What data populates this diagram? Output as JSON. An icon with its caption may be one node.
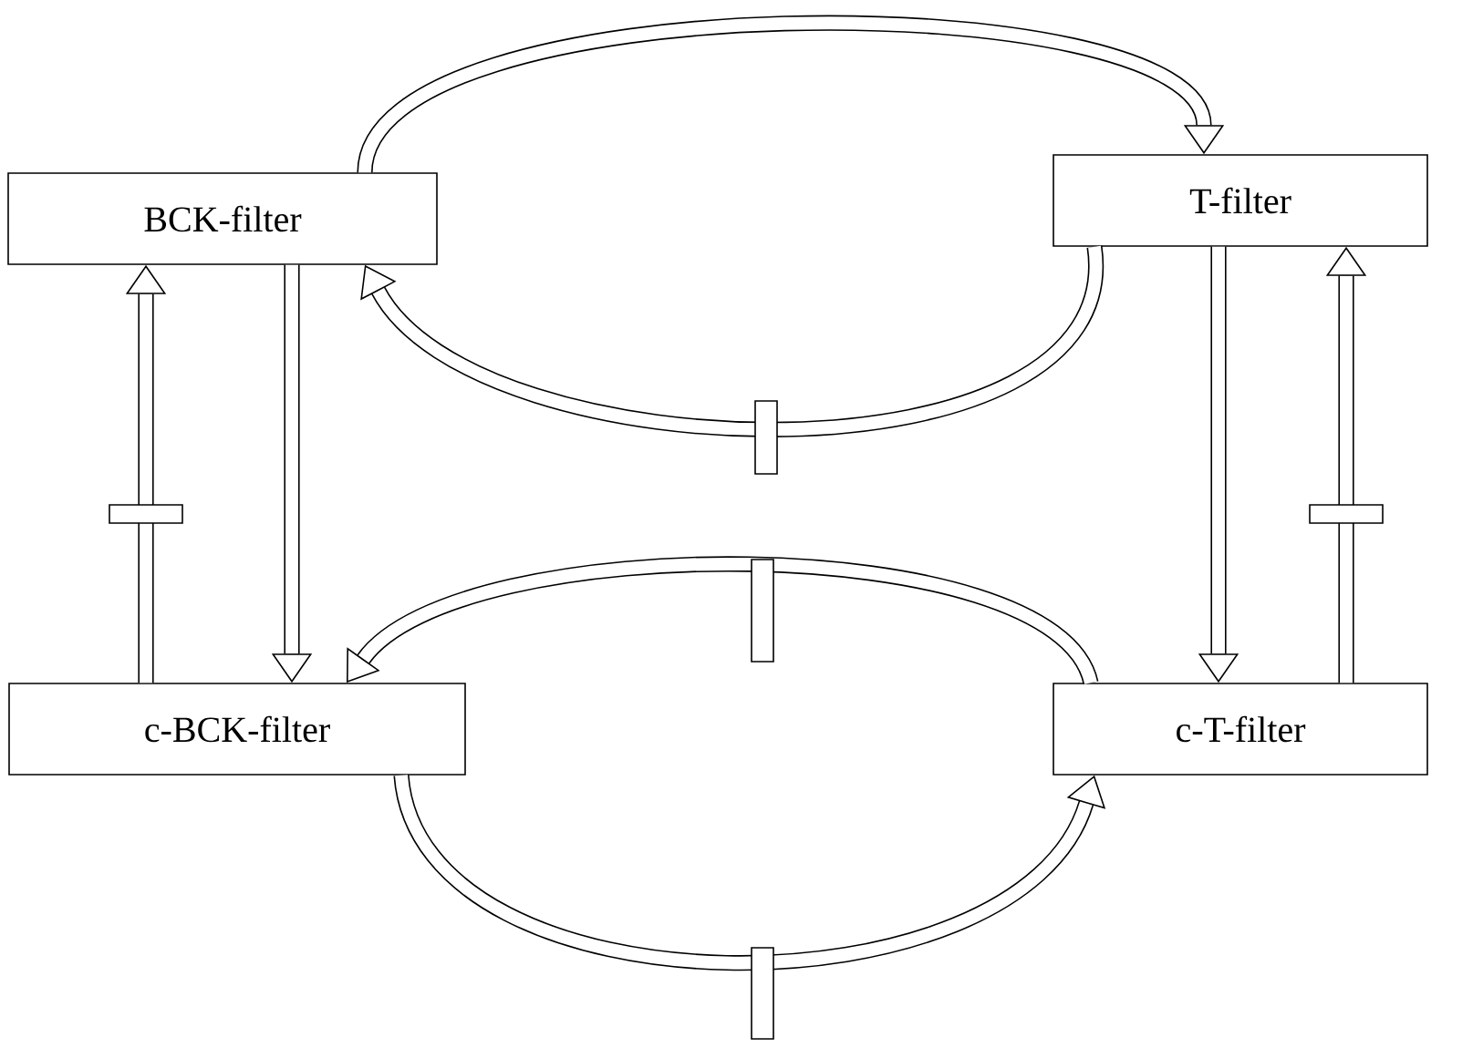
{
  "diagram": {
    "nodes": [
      {
        "text": [
          "BCK-filter"
        ]
      },
      {
        "text": [
          "T-filter"
        ]
      },
      {
        "text": [
          "c-BCK-filter"
        ]
      },
      {
        "text": [
          "c-T-filter"
        ]
      }
    ],
    "edges": [
      {
        "from": 0,
        "to": 1,
        "arrow": "to"
      },
      {
        "from": 1,
        "to": 0,
        "arrow": "to"
      },
      {
        "from": 2,
        "to": 0,
        "arrow": "to"
      },
      {
        "from": 0,
        "to": 2,
        "arrow": "to"
      },
      {
        "from": 1,
        "to": 3,
        "arrow": "to"
      },
      {
        "from": 3,
        "to": 1,
        "arrow": "to"
      },
      {
        "from": 3,
        "to": 2,
        "arrow": "to"
      },
      {
        "from": 2,
        "to": 3,
        "arrow": "to"
      }
    ]
  }
}
